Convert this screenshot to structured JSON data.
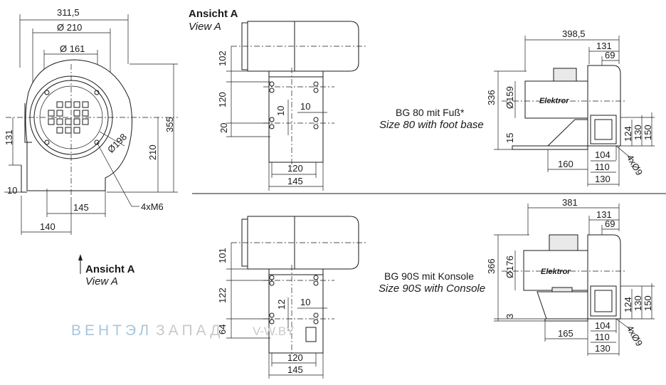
{
  "front_view": {
    "dim_width_total": "311,5",
    "dim_d210": "Ø 210",
    "dim_d161": "Ø 161",
    "dim_height": "355",
    "dim_131": "131",
    "dim_210": "210",
    "dim_d198": "Ø198",
    "dim_10": "10",
    "dim_145": "145",
    "dim_140": "140",
    "screw_note": "4xM6"
  },
  "view_a_caption": {
    "title": "Ansicht A",
    "subtitle": "View A"
  },
  "view_a_top": {
    "title": "Ansicht A",
    "subtitle": "View A",
    "dim_102": "102",
    "dim_120v": "120",
    "dim_20": "20",
    "dim_10a": "10",
    "dim_10b": "10",
    "dim_120h": "120",
    "dim_145": "145"
  },
  "view_a_bottom": {
    "dim_101": "101",
    "dim_122": "122",
    "dim_64": "64",
    "dim_12": "12",
    "dim_10": "10",
    "dim_120": "120",
    "dim_145": "145"
  },
  "bg80": {
    "title": "BG 80 mit Fuß*",
    "subtitle": "Size 80 with foot base",
    "dim_398": "398,5",
    "dim_131": "131",
    "dim_69": "69",
    "dim_336": "336",
    "dim_d159": "Ø159",
    "dim_15": "15",
    "dim_160": "160",
    "dim_124": "124",
    "dim_130v": "130",
    "dim_150": "150",
    "dim_104": "104",
    "dim_110": "110",
    "dim_130h": "130",
    "dim_holes": "4xØ9",
    "brand": "Elektror"
  },
  "bg90": {
    "title": "BG 90S mit Konsole",
    "subtitle": "Size 90S with Console",
    "dim_381": "381",
    "dim_131": "131",
    "dim_69": "69",
    "dim_366": "366",
    "dim_d176": "Ø176",
    "dim_3": "3",
    "dim_165": "165",
    "dim_124": "124",
    "dim_130v": "130",
    "dim_150": "150",
    "dim_104": "104",
    "dim_110": "110",
    "dim_130h": "130",
    "dim_holes": "4xØ9",
    "brand": "Elektror"
  },
  "watermark": {
    "brand_blue": "ВЕНТЭЛ",
    "brand_grey": "ЗАПАД",
    "url": "V-W.BY"
  }
}
